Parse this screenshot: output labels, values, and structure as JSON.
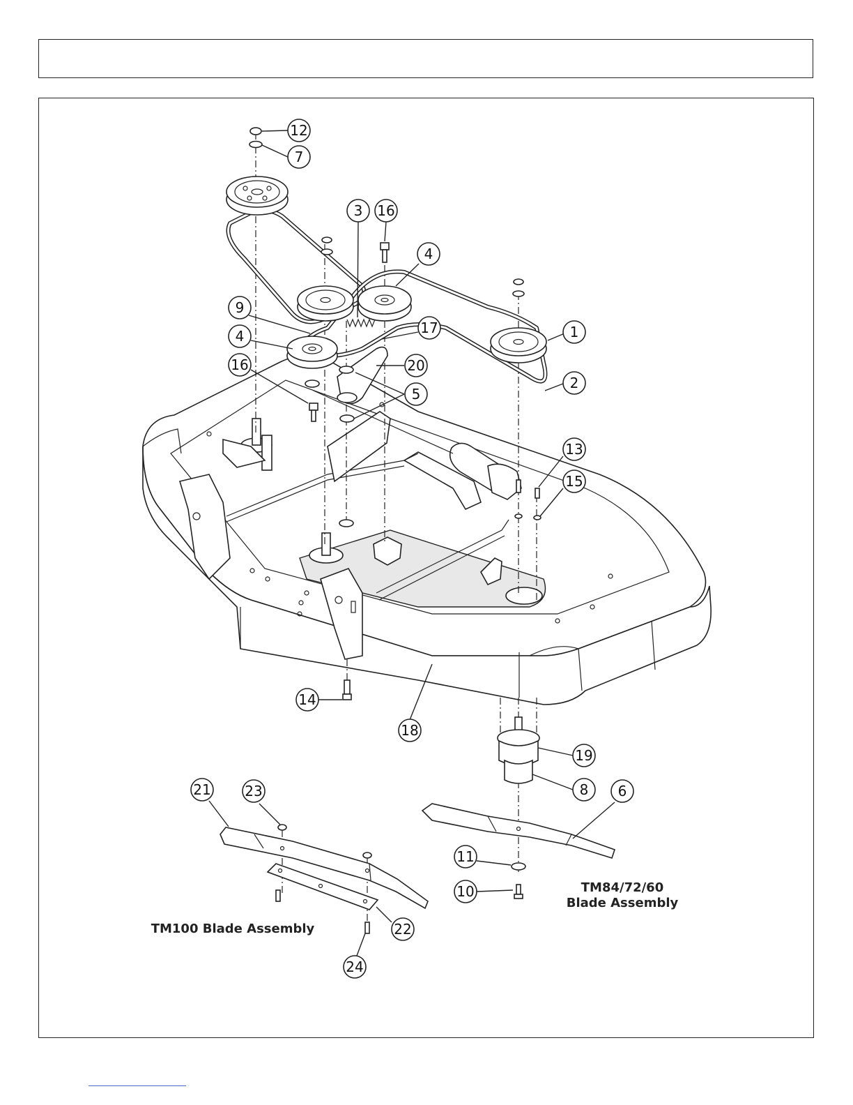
{
  "header": {
    "text": ""
  },
  "callouts": [
    {
      "id": "c12",
      "label": "12"
    },
    {
      "id": "c7",
      "label": "7"
    },
    {
      "id": "c3",
      "label": "3"
    },
    {
      "id": "c16a",
      "label": "16"
    },
    {
      "id": "c4a",
      "label": "4"
    },
    {
      "id": "c9",
      "label": "9"
    },
    {
      "id": "c17",
      "label": "17"
    },
    {
      "id": "c1",
      "label": "1"
    },
    {
      "id": "c4b",
      "label": "4"
    },
    {
      "id": "c20",
      "label": "20"
    },
    {
      "id": "c16b",
      "label": "16"
    },
    {
      "id": "c2",
      "label": "2"
    },
    {
      "id": "c5",
      "label": "5"
    },
    {
      "id": "c13",
      "label": "13"
    },
    {
      "id": "c15",
      "label": "15"
    },
    {
      "id": "c14",
      "label": "14"
    },
    {
      "id": "c18",
      "label": "18"
    },
    {
      "id": "c19",
      "label": "19"
    },
    {
      "id": "c21",
      "label": "21"
    },
    {
      "id": "c23",
      "label": "23"
    },
    {
      "id": "c8",
      "label": "8"
    },
    {
      "id": "c6",
      "label": "6"
    },
    {
      "id": "c11",
      "label": "11"
    },
    {
      "id": "c10",
      "label": "10"
    },
    {
      "id": "c22",
      "label": "22"
    },
    {
      "id": "c24",
      "label": "24"
    }
  ],
  "captions": {
    "tm84_line1": "TM84/72/60",
    "tm84_line2": "Blade Assembly",
    "tm100": "TM100 Blade Assembly"
  }
}
